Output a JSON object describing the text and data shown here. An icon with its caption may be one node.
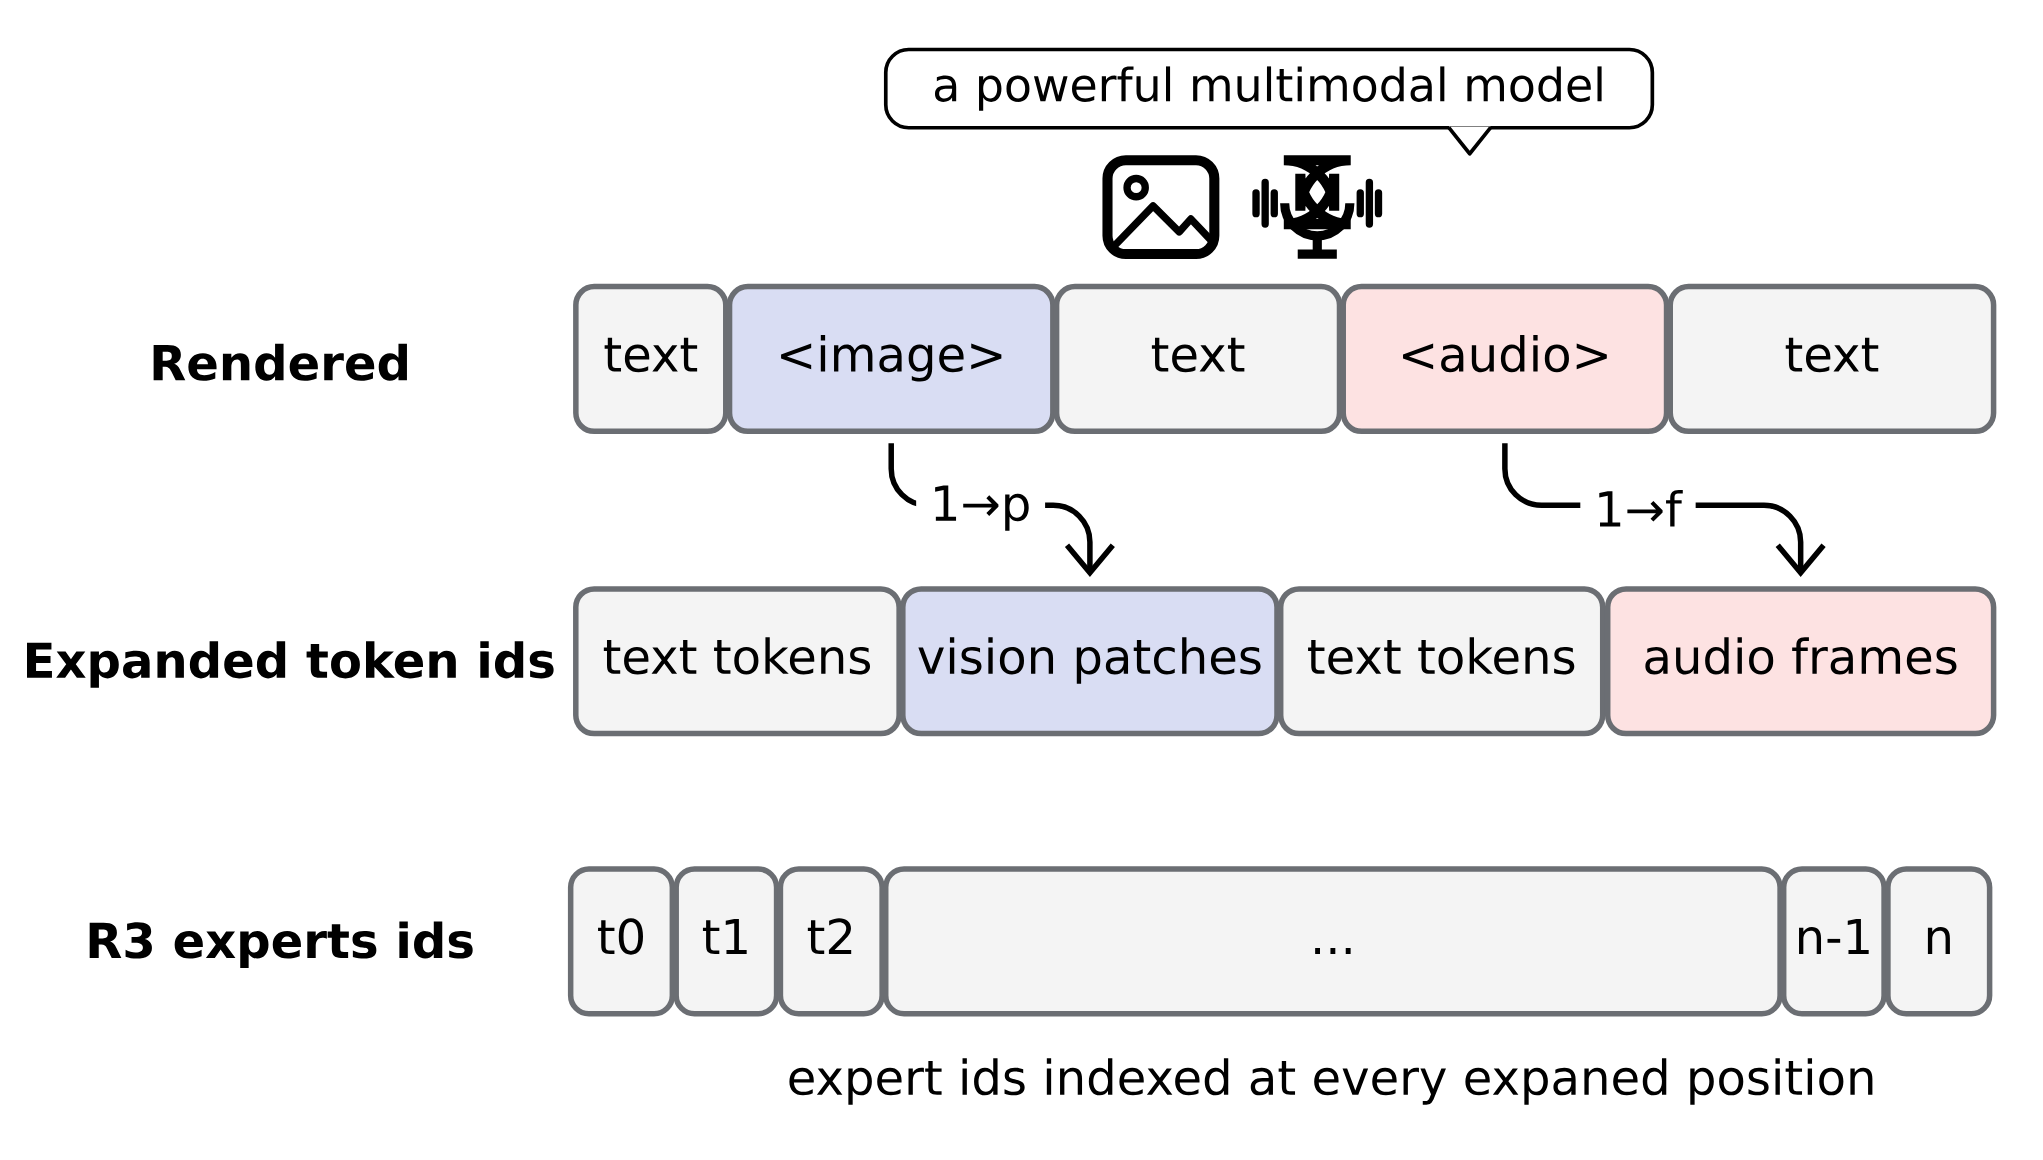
{
  "diagram": {
    "nodes": [
      {
        "text": [
          "a powerful multimodal model"
        ]
      },
      {
        "text": [
          "text"
        ]
      },
      {
        "text": [
          "<image>"
        ]
      },
      {
        "text": [
          "text"
        ]
      },
      {
        "text": [
          "<audio>"
        ]
      },
      {
        "text": [
          "text"
        ]
      },
      {
        "text": [
          "text tokens"
        ]
      },
      {
        "text": [
          "vision patches"
        ]
      },
      {
        "text": [
          "text tokens"
        ]
      },
      {
        "text": [
          "audio frames"
        ]
      },
      {
        "text": [
          "t0"
        ]
      },
      {
        "text": [
          "t1"
        ]
      },
      {
        "text": [
          "t2"
        ]
      },
      {
        "text": [
          "..."
        ]
      },
      {
        "text": [
          "n-1"
        ]
      },
      {
        "text": [
          "n"
        ]
      }
    ],
    "edges": [
      {
        "from": 2,
        "to": 7,
        "arrow": "to",
        "label": "1→p"
      },
      {
        "from": 4,
        "to": 9,
        "arrow": "to",
        "label": "1→f"
      }
    ],
    "labels": [
      "Rendered",
      "Expanded token ids",
      "R3 experts ids",
      "expert ids indexed at every expaned position"
    ]
  }
}
